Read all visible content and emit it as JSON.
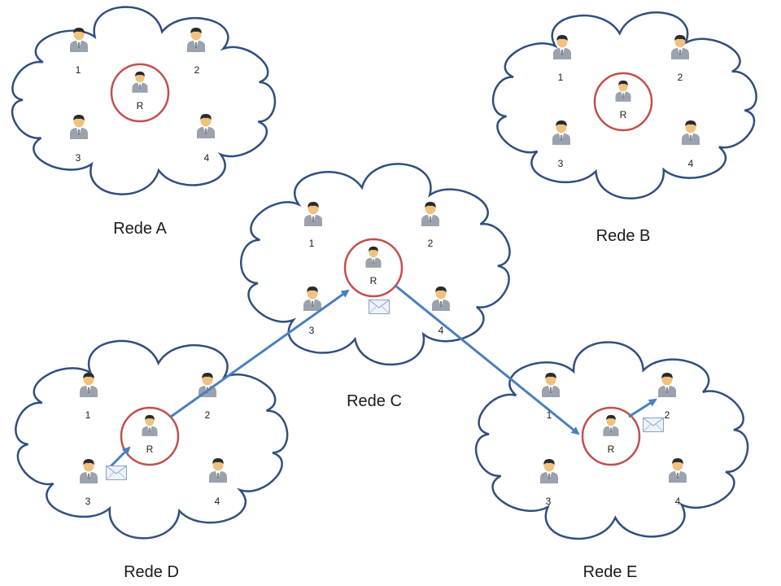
{
  "networks": [
    {
      "id": "A",
      "label": "Rede A",
      "users": [
        "1",
        "2",
        "3",
        "4"
      ],
      "router": "R"
    },
    {
      "id": "B",
      "label": "Rede B",
      "users": [
        "1",
        "2",
        "3",
        "4"
      ],
      "router": "R"
    },
    {
      "id": "C",
      "label": "Rede C",
      "users": [
        "1",
        "2",
        "3",
        "4"
      ],
      "router": "R"
    },
    {
      "id": "D",
      "label": "Rede D",
      "users": [
        "1",
        "2",
        "3",
        "4"
      ],
      "router": "R"
    },
    {
      "id": "E",
      "label": "Rede E",
      "users": [
        "1",
        "2",
        "3",
        "4"
      ],
      "router": "R"
    }
  ],
  "message_path": [
    {
      "from": "Rede D / 3",
      "to": "Rede D / R"
    },
    {
      "from": "Rede D / R",
      "to": "Rede C / R"
    },
    {
      "from": "Rede C / R",
      "to": "Rede E / R"
    },
    {
      "from": "Rede E / R",
      "to": "Rede E / 2"
    }
  ],
  "colors": {
    "cloud_stroke": "#2f4f7f",
    "router_ring": "#c0504d",
    "route": "#4a7fc1"
  },
  "icons": {
    "user": "person-icon",
    "message": "envelope-icon"
  }
}
